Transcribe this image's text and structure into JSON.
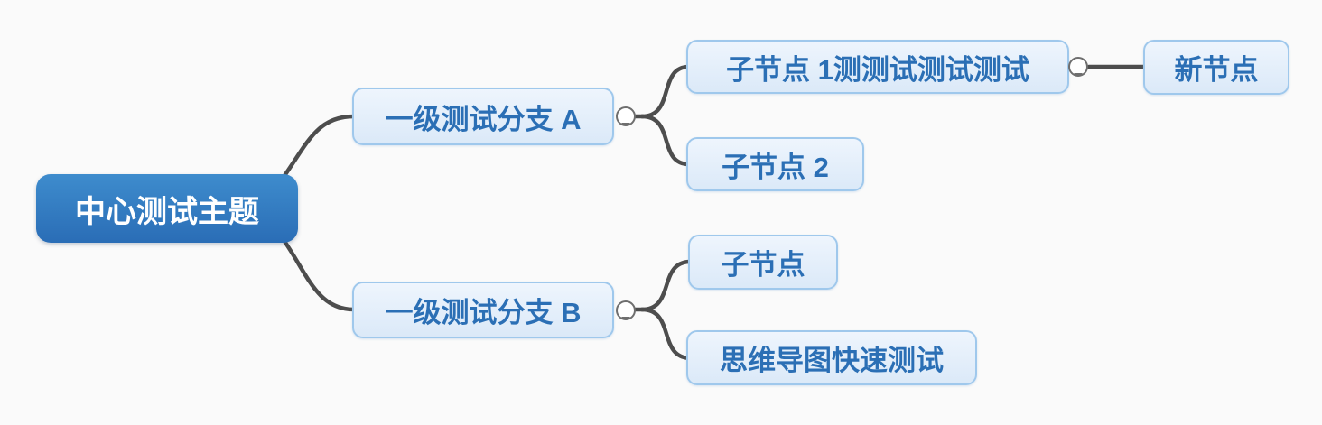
{
  "app": {
    "type": "mindmap-editor-canvas"
  },
  "tree": {
    "label": "中心测试主题",
    "children": [
      {
        "label": "一级测试分支 A",
        "collapsed": false,
        "children": [
          {
            "label": "子节点 1测测试测试测试",
            "collapsed": false,
            "children": [
              {
                "label": "新节点",
                "children": []
              }
            ]
          },
          {
            "label": "子节点 2",
            "children": []
          }
        ]
      },
      {
        "label": "一级测试分支 B",
        "collapsed": false,
        "children": [
          {
            "label": "子节点",
            "children": []
          },
          {
            "label": "思维导图快速测试",
            "children": []
          }
        ]
      }
    ]
  },
  "colors": {
    "canvas_background": "#fafafa",
    "connector_line": "#4d4d4d",
    "root_node_gradient_top": "#3e8ccd",
    "root_node_gradient_bottom": "#2a6db6",
    "root_node_text": "#ffffff",
    "topic_node_gradient_top": "#eef5fd",
    "topic_node_gradient_bottom": "#dbe9f8",
    "topic_node_border": "#9fc8ec",
    "topic_node_text": "#2b6fb5",
    "expand_handle_fill": "#ffffff",
    "expand_handle_border": "#6e6e6e"
  }
}
